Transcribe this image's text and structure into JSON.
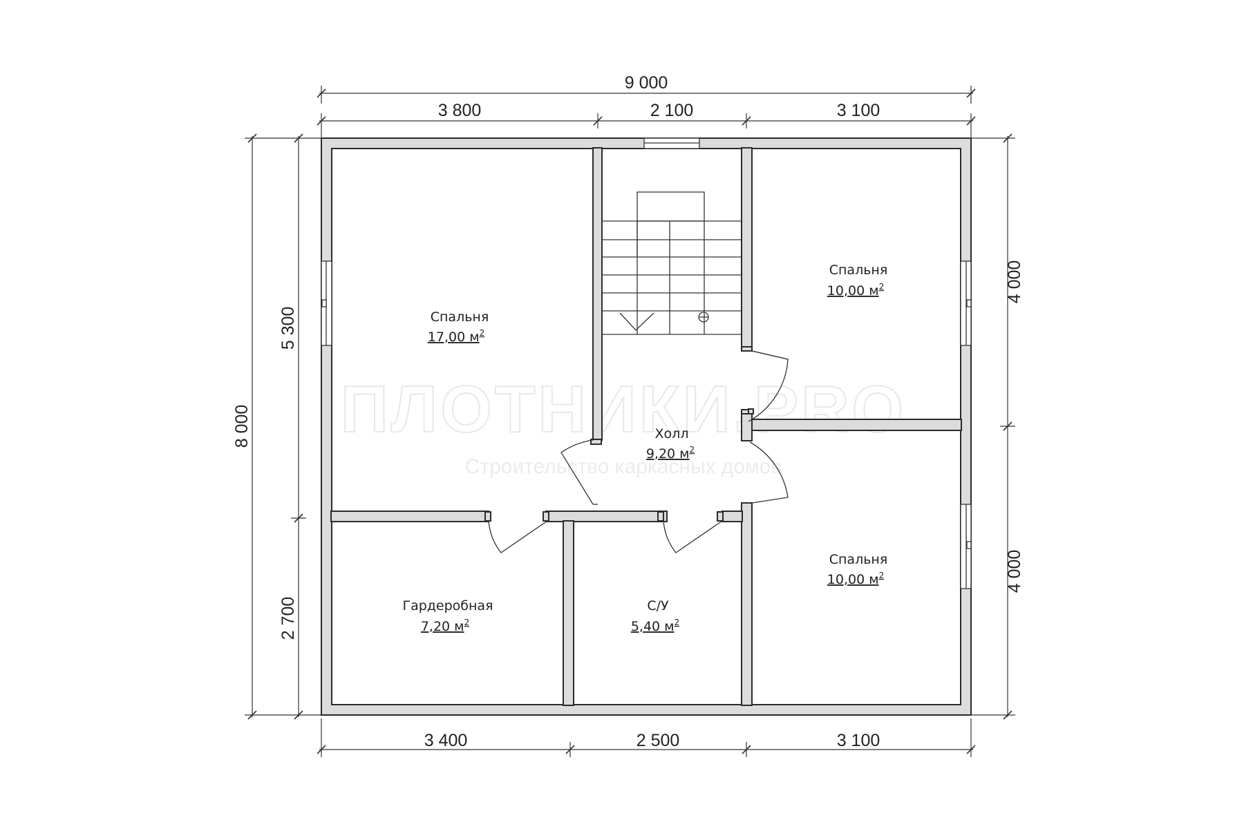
{
  "dimensions": {
    "top_total": "9 000",
    "top_segments": [
      "3 800",
      "2 100",
      "3 100"
    ],
    "bottom_segments": [
      "3 400",
      "2 500",
      "3 100"
    ],
    "left_total": "8 000",
    "left_segments": [
      "5 300",
      "2 700"
    ],
    "right_segments": [
      "4 000",
      "4 000"
    ]
  },
  "rooms": [
    {
      "name": "Спальня",
      "area": "17,00 м",
      "sup": "2"
    },
    {
      "name": "Спальня",
      "area": "10,00 м",
      "sup": "2"
    },
    {
      "name": "Холл",
      "area": "9,20 м",
      "sup": "2"
    },
    {
      "name": "Спальня",
      "area": "10,00 м",
      "sup": "2"
    },
    {
      "name": "Гардеробная",
      "area": "7,20 м",
      "sup": "2"
    },
    {
      "name": "С/У",
      "area": "5,40 м",
      "sup": "2"
    }
  ],
  "watermark": {
    "brand": "ПЛОТНИКИ.PRO",
    "tagline": "Строительство каркасных домов"
  }
}
